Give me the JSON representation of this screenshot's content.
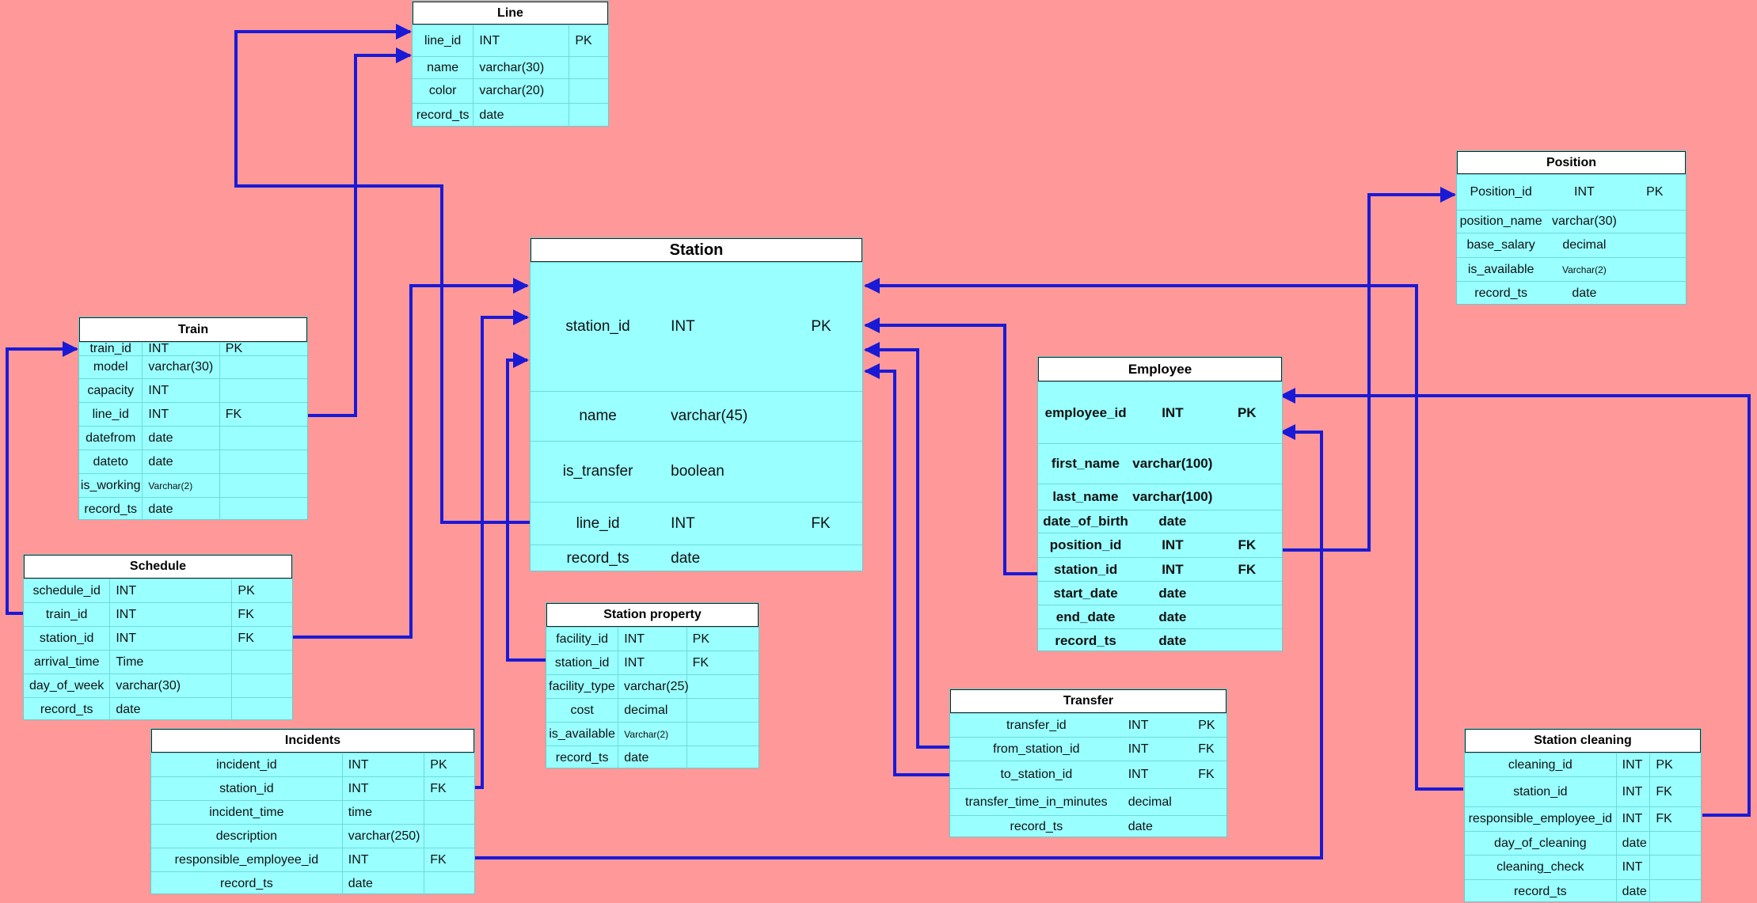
{
  "tables": {
    "line": {
      "title": "Line",
      "rows": [
        [
          "line_id",
          "INT",
          "PK"
        ],
        [
          "name",
          "varchar(30)",
          ""
        ],
        [
          "color",
          "varchar(20)",
          ""
        ],
        [
          "record_ts",
          "date",
          ""
        ]
      ]
    },
    "station": {
      "title": "Station",
      "rows": [
        [
          "station_id",
          "INT",
          "PK"
        ],
        [
          "name",
          "varchar(45)",
          ""
        ],
        [
          "is_transfer",
          "boolean",
          ""
        ],
        [
          "line_id",
          "INT",
          "FK"
        ],
        [
          "record_ts",
          "date",
          ""
        ]
      ]
    },
    "position": {
      "title": "Position",
      "rows": [
        [
          "Position_id",
          "INT",
          "PK"
        ],
        [
          "position_name",
          "varchar(30)",
          ""
        ],
        [
          "base_salary",
          "decimal",
          ""
        ],
        [
          "is_available",
          "Varchar(2)",
          ""
        ],
        [
          "record_ts",
          "date",
          ""
        ]
      ]
    },
    "train": {
      "title": "Train",
      "rows": [
        [
          "train_id",
          "INT",
          "PK"
        ],
        [
          "model",
          "varchar(30)",
          ""
        ],
        [
          "capacity",
          "INT",
          ""
        ],
        [
          "line_id",
          "INT",
          "FK"
        ],
        [
          "datefrom",
          "date",
          ""
        ],
        [
          "dateto",
          "date",
          ""
        ],
        [
          "is_working",
          "Varchar(2)",
          ""
        ],
        [
          "record_ts",
          "date",
          ""
        ]
      ]
    },
    "employee": {
      "title": "Employee",
      "rows": [
        [
          "employee_id",
          "INT",
          "PK"
        ],
        [
          "first_name",
          "varchar(100)",
          ""
        ],
        [
          "last_name",
          "varchar(100)",
          ""
        ],
        [
          "date_of_birth",
          "date",
          ""
        ],
        [
          "position_id",
          "INT",
          "FK"
        ],
        [
          "station_id",
          "INT",
          "FK"
        ],
        [
          "start_date",
          "date",
          ""
        ],
        [
          "end_date",
          "date",
          ""
        ],
        [
          "record_ts",
          "date",
          ""
        ]
      ]
    },
    "schedule": {
      "title": "Schedule",
      "rows": [
        [
          "schedule_id",
          "INT",
          "PK"
        ],
        [
          "train_id",
          "INT",
          "FK"
        ],
        [
          "station_id",
          "INT",
          "FK"
        ],
        [
          "arrival_time",
          "Time",
          ""
        ],
        [
          "day_of_week",
          "varchar(30)",
          ""
        ],
        [
          "record_ts",
          "date",
          ""
        ]
      ]
    },
    "station_property": {
      "title": "Station property",
      "rows": [
        [
          "facility_id",
          "INT",
          "PK"
        ],
        [
          "station_id",
          "INT",
          "FK"
        ],
        [
          "facility_type",
          "varchar(25)",
          ""
        ],
        [
          "cost",
          "decimal",
          ""
        ],
        [
          "is_available",
          "Varchar(2)",
          ""
        ],
        [
          "record_ts",
          "date",
          ""
        ]
      ]
    },
    "transfer": {
      "title": "Transfer",
      "rows": [
        [
          "transfer_id",
          "INT",
          "PK"
        ],
        [
          "from_station_id",
          "INT",
          "FK"
        ],
        [
          "to_station_id",
          "INT",
          "FK"
        ],
        [
          "transfer_time_in_minutes",
          "decimal",
          ""
        ],
        [
          "record_ts",
          "date",
          ""
        ]
      ]
    },
    "incidents": {
      "title": "Incidents",
      "rows": [
        [
          "incident_id",
          "INT",
          "PK"
        ],
        [
          "station_id",
          "INT",
          "FK"
        ],
        [
          "incident_time",
          "time",
          ""
        ],
        [
          "description",
          "varchar(250)",
          ""
        ],
        [
          "responsible_employee_id",
          "INT",
          "FK"
        ],
        [
          "record_ts",
          "date",
          ""
        ]
      ]
    },
    "station_cleaning": {
      "title": "Station cleaning",
      "rows": [
        [
          "cleaning_id",
          "INT",
          "PK"
        ],
        [
          "station_id",
          "INT",
          "FK"
        ],
        [
          "responsible_employee_id",
          "INT",
          "FK"
        ],
        [
          "day_of_cleaning",
          "date",
          ""
        ],
        [
          "cleaning_check",
          "INT",
          ""
        ],
        [
          "record_ts",
          "date",
          ""
        ]
      ]
    }
  },
  "colors": {
    "background": "#ff9999",
    "table_body": "#99ffff",
    "header": "#ffffff",
    "connector": "#1a1ad6"
  }
}
